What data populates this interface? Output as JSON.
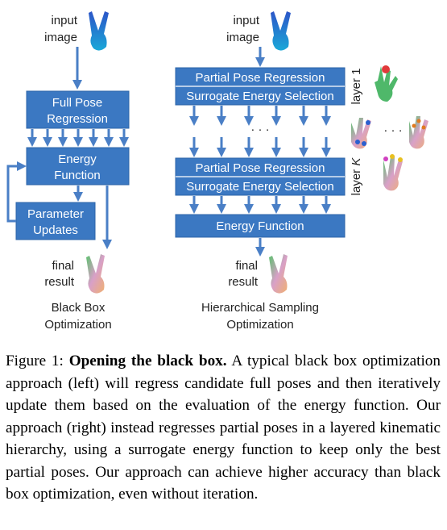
{
  "left": {
    "input_label_1": "input",
    "input_label_2": "image",
    "box_full_pose_1": "Full Pose",
    "box_full_pose_2": "Regression",
    "box_energy_1": "Energy",
    "box_energy_2": "Function",
    "box_param_1": "Parameter",
    "box_param_2": "Updates",
    "final_1": "final",
    "final_2": "result",
    "title_1": "Black Box",
    "title_2": "Optimization"
  },
  "right": {
    "input_label_1": "input",
    "input_label_2": "image",
    "layer1_a": "Partial Pose Regression",
    "layer1_b": "Surrogate Energy Selection",
    "layer1_side": "layer 1",
    "dots": "· · ·",
    "layerK_a": "Partial Pose Regression",
    "layerK_b": "Surrogate Energy Selection",
    "layerK_side_prefix": "layer ",
    "layerK_side_k": "K",
    "energy": "Energy Function",
    "final_1": "final",
    "final_2": "result",
    "title_1": "Hierarchical Sampling",
    "title_2": "Optimization",
    "hand_dots": "· · ·"
  },
  "colors": {
    "box": "#3b78c2",
    "box_edge": "#2d64a8",
    "arrow": "#4a7fc6"
  },
  "icons": [
    "hand-victory-icon",
    "hand-skeleton-icon"
  ],
  "caption": {
    "prefix": "Figure 1: ",
    "bold": "Opening the black box.",
    "body": " A typical black box optimization approach (left) will regress candidate full poses and then iteratively update them based on the evaluation of the energy function. Our approach (right) instead regresses partial poses in a layered kinematic hierarchy, using a surrogate energy function to keep only the best partial poses. Our approach can achieve higher accuracy than black box optimization, even without iteration."
  }
}
